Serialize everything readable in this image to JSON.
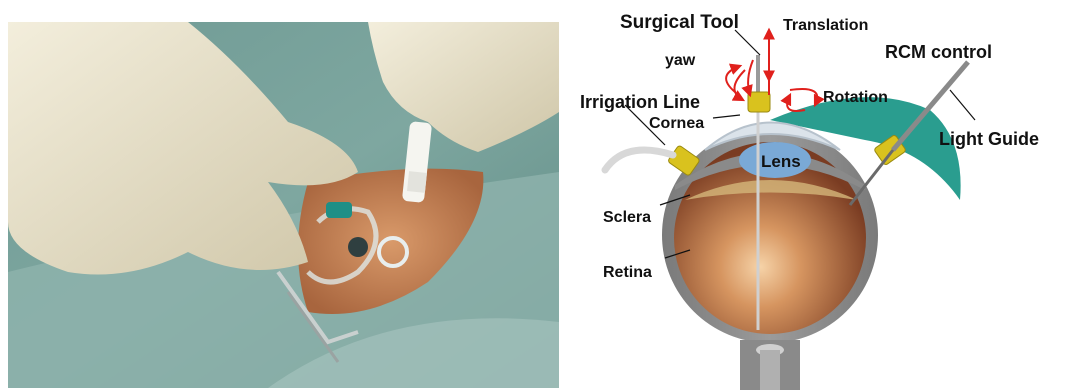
{
  "photo": {
    "description_icon": "surgery-photo"
  },
  "diagram": {
    "labels": {
      "surgical_tool": "Surgical Tool",
      "translation": "Translation",
      "yaw": "yaw",
      "rcm_control": "RCM control",
      "rotation": "Rotation",
      "irrigation_line": "Irrigation Line",
      "cornea": "Cornea",
      "lens": "Lens",
      "light_guide": "Light Guide",
      "sclera": "Sclera",
      "retina": "Retina"
    },
    "colors": {
      "arrow": "#e0201c",
      "port": "#d9c21e",
      "sclera": "#8a8a8a",
      "eye_outer": "#2a9d8f",
      "lens": "#7aa9d6",
      "retina": "#c98a5a"
    }
  }
}
